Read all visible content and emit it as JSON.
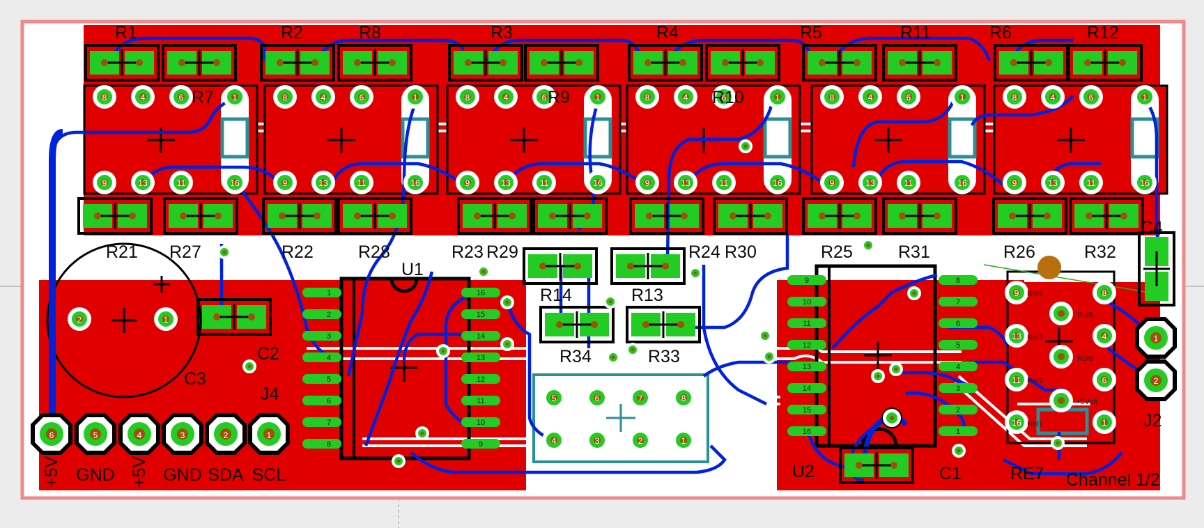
{
  "board": {
    "colors": {
      "background": "#ececec",
      "copper_top": "#e00000",
      "copper_bottom": "#0022dd",
      "outline": "#f08a8a",
      "pad": "#22cc22",
      "drill": "#a0500a",
      "silkscreen": "#000000",
      "keepout": "#2a8f96"
    },
    "channel_label": "Channel 1/2"
  },
  "relay_labels_top": [
    "R1",
    "R2",
    "R8",
    "R3",
    "R4",
    "R5",
    "R11",
    "R6",
    "R12"
  ],
  "relay_labels_mid": [
    "R7",
    "R9",
    "R10"
  ],
  "resistor_labels_row": [
    "R21",
    "R27",
    "R22",
    "R28",
    "R23",
    "R29",
    "R24",
    "R30",
    "R25",
    "R31",
    "R26",
    "R32"
  ],
  "relay_pins_top": [
    "8",
    "4",
    "6",
    "1"
  ],
  "relay_pins_bottom": [
    "9",
    "13",
    "11",
    "16"
  ],
  "ic_labels": {
    "u1": "U1",
    "u2": "U2"
  },
  "ic_pins_left": [
    "1",
    "2",
    "3",
    "4",
    "5",
    "6",
    "7",
    "8"
  ],
  "ic_pins_right": [
    "16",
    "15",
    "14",
    "13",
    "12",
    "11",
    "10",
    "9"
  ],
  "u2_pins_left": [
    "9",
    "10",
    "11",
    "12",
    "13",
    "14",
    "15",
    "16"
  ],
  "u2_pins_right": [
    "8",
    "7",
    "6",
    "5",
    "4",
    "3",
    "2",
    "1"
  ],
  "mid_resistors": [
    "R14",
    "R13",
    "R34",
    "R33"
  ],
  "header_pins_top": [
    "5",
    "6",
    "7",
    "8"
  ],
  "header_pins_bottom": [
    "4",
    "3",
    "2",
    "1"
  ],
  "cap_labels": {
    "c1": "C1",
    "c2": "C2",
    "c3": "C3",
    "c4": "C4"
  },
  "connector_labels": {
    "j2": "J2",
    "j4": "J4"
  },
  "re7": {
    "label": "RE7",
    "pins": [
      "9",
      "8",
      "4",
      "13",
      "11",
      "6",
      "16",
      "1"
    ],
    "rel_labels": [
      "Rel4",
      "Rel5",
      "Rel3",
      "Rel6",
      "Rel2",
      "+5Volt",
      "Rel1"
    ]
  },
  "j4_pins": [
    {
      "num": "6",
      "label": "+5V"
    },
    {
      "num": "5",
      "label": "GND"
    },
    {
      "num": "4",
      "label": "+5V"
    },
    {
      "num": "3",
      "label": "GND"
    },
    {
      "num": "2",
      "label": "SDA"
    },
    {
      "num": "1",
      "label": "SCL"
    }
  ],
  "pad_numbers": {
    "one": "1",
    "two": "2"
  }
}
